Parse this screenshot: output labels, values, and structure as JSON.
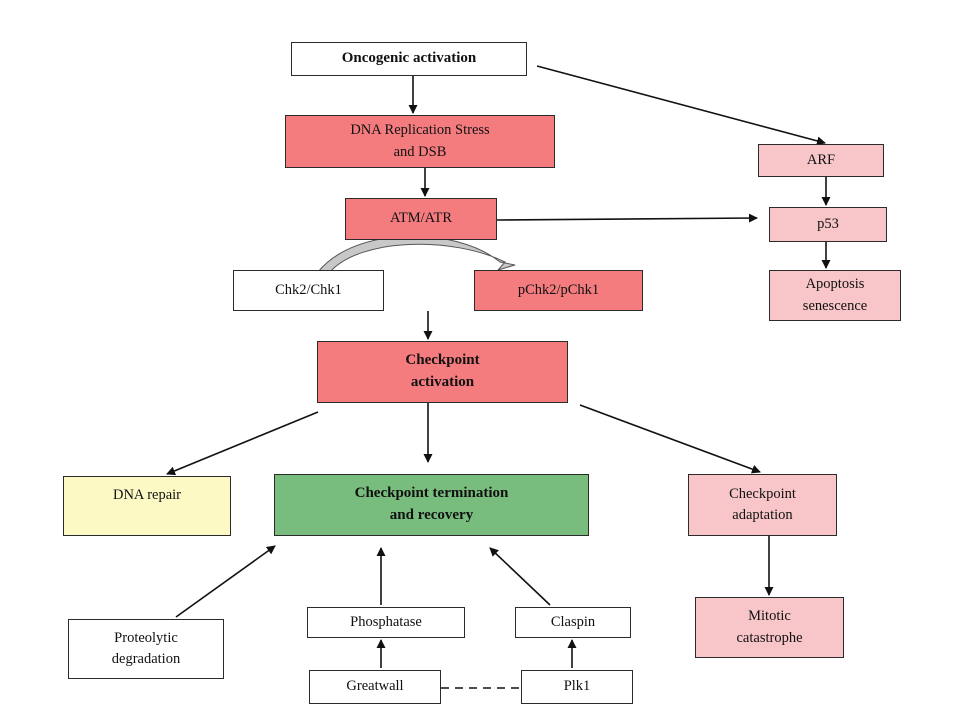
{
  "nodes": {
    "oncogenic": "Oncogenic activation",
    "dna_stress": "DNA Replication Stress\nand DSB",
    "atm_atr": "ATM/ATR",
    "chk": "Chk2/Chk1",
    "pchk": "pChk2/pChk1",
    "arf": "ARF",
    "p53": "p53",
    "apoptosis": "Apoptosis\nsenescence",
    "checkpoint_activation": "Checkpoint\nactivation",
    "dna_repair": "DNA repair",
    "termination": "Checkpoint termination\nand recovery",
    "adaptation": "Checkpoint\nadaptation",
    "mitotic": "Mitotic\ncatastrophe",
    "proteolytic": "Proteolytic\ndegradation",
    "phosphatase": "Phosphatase",
    "claspin": "Claspin",
    "greatwall": "Greatwall",
    "plk1": "Plk1"
  },
  "colors": {
    "red": "#f47c7f",
    "pink": "#f8c6c9",
    "yellow": "#fcf9c4",
    "green": "#78bd7e",
    "line": "#111111"
  }
}
